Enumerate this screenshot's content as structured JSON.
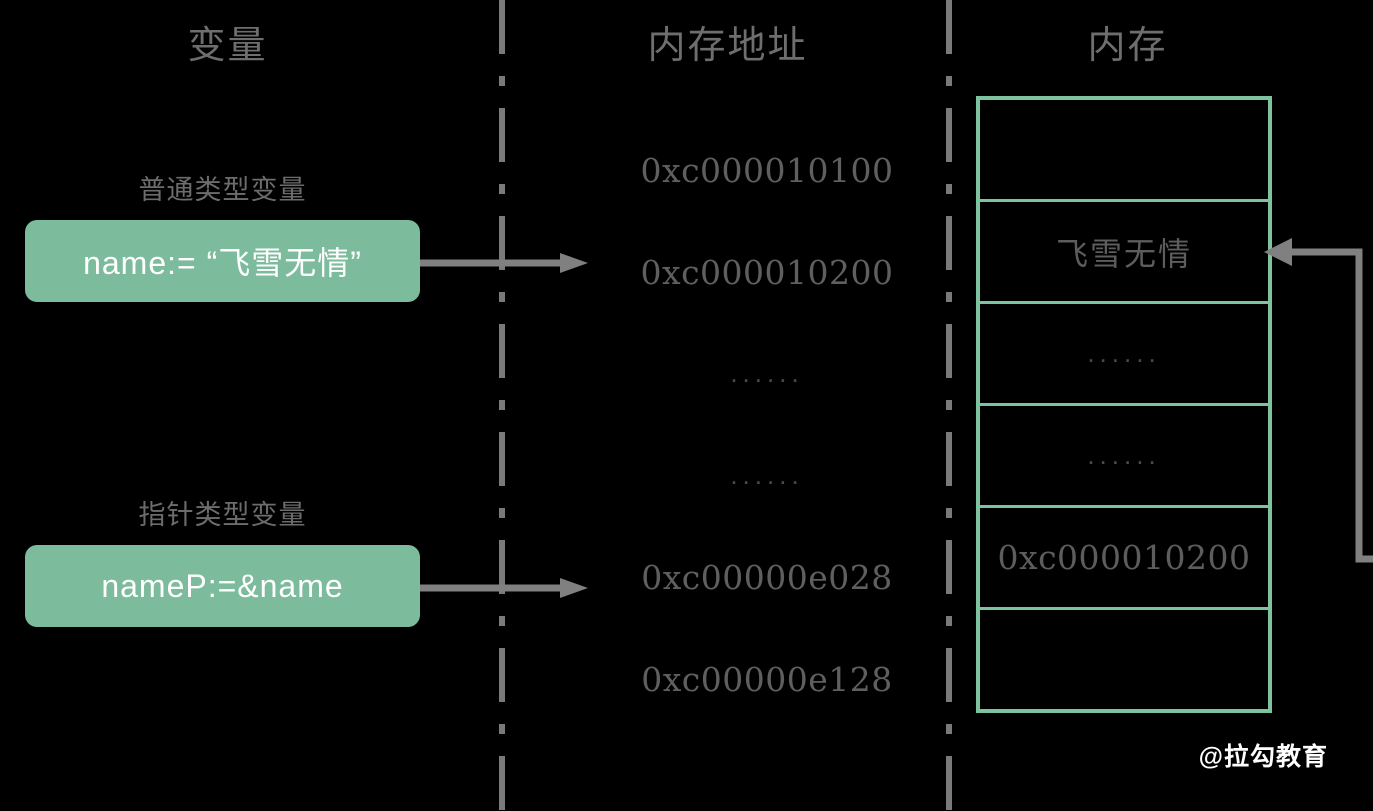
{
  "columns": {
    "variable_header": "变量",
    "address_header": "内存地址",
    "memory_header": "内存"
  },
  "variables": [
    {
      "caption": "普通类型变量",
      "expression": "name:= “飞雪无情”",
      "arrow_name": "arrow-name-to-address"
    },
    {
      "caption": "指针类型变量",
      "expression": "nameP:=&name",
      "arrow_name": "arrow-pointer-to-address"
    }
  ],
  "addresses": [
    {
      "label": "0xc000010100",
      "kind": "hex"
    },
    {
      "label": "0xc000010200",
      "kind": "hex"
    },
    {
      "label": "......",
      "kind": "dots"
    },
    {
      "label": "......",
      "kind": "dots"
    },
    {
      "label": "0xc00000e028",
      "kind": "hex"
    },
    {
      "label": "0xc00000e128",
      "kind": "hex"
    }
  ],
  "memory_cells": [
    {
      "label": "",
      "kind": "empty"
    },
    {
      "label": "飞雪无情",
      "kind": "cn"
    },
    {
      "label": "......",
      "kind": "dots"
    },
    {
      "label": "......",
      "kind": "dots"
    },
    {
      "label": "0xc000010200",
      "kind": "hex"
    },
    {
      "label": "",
      "kind": "empty"
    }
  ],
  "watermark": "@拉勾教育",
  "colors": {
    "background": "#000000",
    "accent_green_fill": "#7cbb9c",
    "accent_green_border": "#7dc3a0",
    "arrow_gray": "#808080",
    "text_gray": "#6e6e6e",
    "white": "#ffffff"
  }
}
